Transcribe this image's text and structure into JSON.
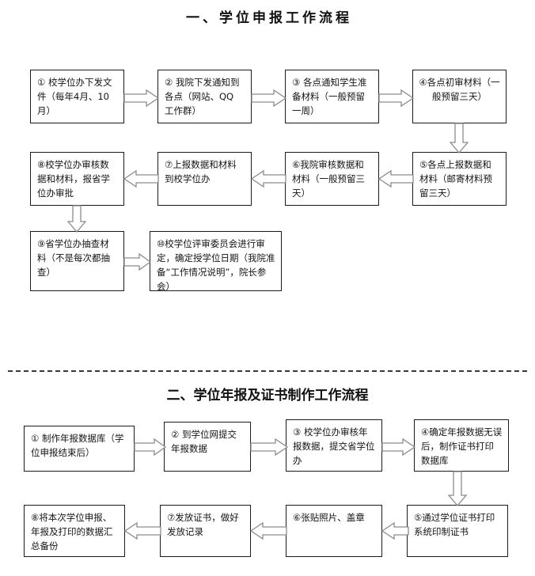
{
  "page": {
    "background": "#ffffff",
    "line_color": "#1b1b1b",
    "arrow_color": "#8c8c8c"
  },
  "sections": [
    {
      "id": "section-1",
      "title": "一、学位申报工作流程",
      "nodes": [
        {
          "id": "s1-n1",
          "label": "① 校学位办下发文件（每年4月、10月）"
        },
        {
          "id": "s1-n2",
          "label": "② 我院下发通知到各点（网站、QQ 工作群）"
        },
        {
          "id": "s1-n3",
          "label": "③ 各点通知学生准备材料（一般预留一周）"
        },
        {
          "id": "s1-n4",
          "label": "④各点初审材料（一般预留三天）"
        },
        {
          "id": "s1-n5",
          "label": "⑤各点上报数据和材料（邮寄材料预留三天）"
        },
        {
          "id": "s1-n6",
          "label": "⑥我院审核数据和材料（一般预留三天）"
        },
        {
          "id": "s1-n7",
          "label": "⑦上报数据和材料到校学位办"
        },
        {
          "id": "s1-n8",
          "label": "⑧校学位办审核数据和材料，报省学位办审批"
        },
        {
          "id": "s1-n9",
          "label": "⑨省学位办抽查材料（不是每次都抽查）"
        },
        {
          "id": "s1-n10",
          "label": "⑩校学位评审委员会进行审定，确定授学位日期（我院准备“工作情况说明”，院长参会）"
        }
      ],
      "flow": "1→2→3→4→5→6→7→8→9→10"
    },
    {
      "id": "section-2",
      "title": "二、学位年报及证书制作工作流程",
      "nodes": [
        {
          "id": "s2-n1",
          "label": "① 制作年报数据库（学位申报结束后）"
        },
        {
          "id": "s2-n2",
          "label": "② 到学位网提交年报数据"
        },
        {
          "id": "s2-n3",
          "label": "③ 校学位办审核年报数据，提交省学位办"
        },
        {
          "id": "s2-n4",
          "label": "④确定年报数据无误后，制作证书打印数据库"
        },
        {
          "id": "s2-n5",
          "label": "⑤通过学位证书打印系统印制证书"
        },
        {
          "id": "s2-n6",
          "label": "⑥张贴照片、盖章"
        },
        {
          "id": "s2-n7",
          "label": "⑦发放证书，做好发放记录"
        },
        {
          "id": "s2-n8",
          "label": "⑧将本次学位申报、年报及打印的数据汇总备份"
        }
      ],
      "flow": "1→2→3→4→5→6→7→8"
    }
  ]
}
